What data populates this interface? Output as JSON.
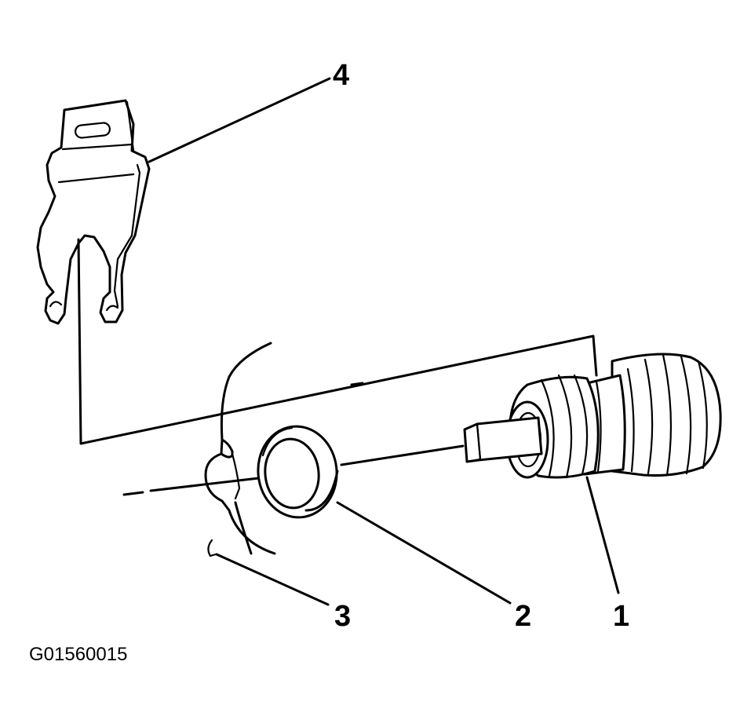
{
  "figure_id": "G01560015",
  "callouts": [
    {
      "label": "1"
    },
    {
      "label": "2"
    },
    {
      "label": "3"
    },
    {
      "label": "4"
    }
  ],
  "colors": {
    "ink": "#000000",
    "background": "#ffffff"
  }
}
